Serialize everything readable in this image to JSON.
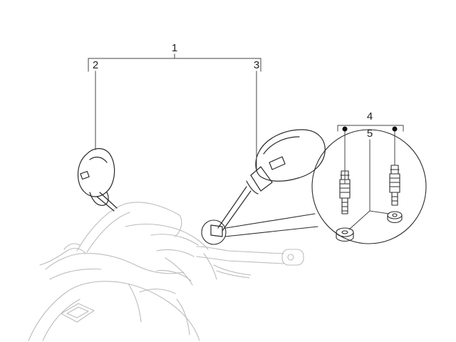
{
  "callouts": {
    "assembly": "1",
    "left_mirror": "2",
    "right_mirror": "3",
    "screw_kit": "4",
    "nut": "5"
  },
  "colors": {
    "ink": "#2a2a2a",
    "ghost": "#bcbcbc",
    "leader": "#444444"
  }
}
